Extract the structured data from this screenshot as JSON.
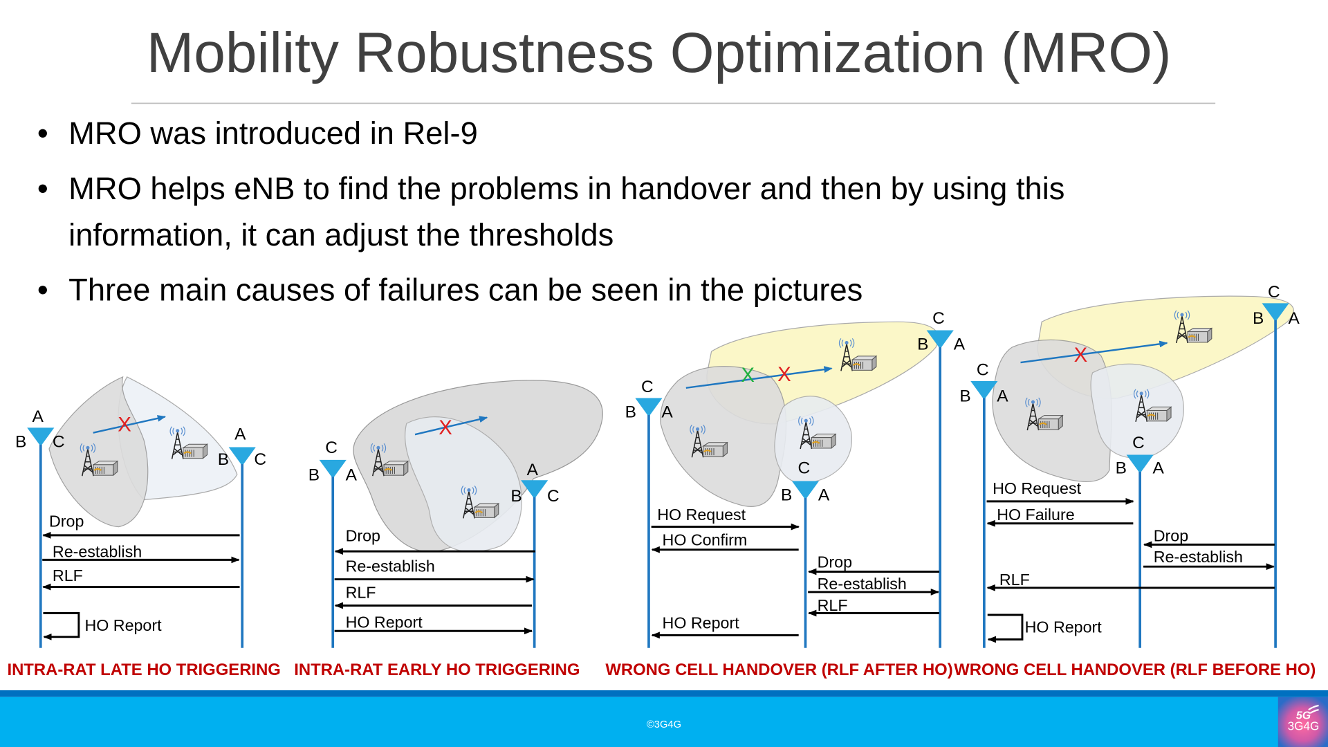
{
  "slide": {
    "title": "Mobility Robustness Optimization (MRO)",
    "bullets": [
      "MRO was introduced in Rel-9",
      "MRO helps eNB to find the problems in handover and then by using this",
      "information, it can adjust the thresholds",
      "Three main causes of failures can be seen in the pictures"
    ],
    "bullet_glyph": "•"
  },
  "diagrams": [
    {
      "caption": "INTRA-RAT LATE HO TRIGGERING",
      "messages": [
        "Drop",
        "Re-establish",
        "RLF",
        "HO Report"
      ]
    },
    {
      "caption": "INTRA-RAT EARLY HO TRIGGERING",
      "messages": [
        "Drop",
        "Re-establish",
        "RLF",
        "HO Report"
      ]
    },
    {
      "caption": "WRONG CELL HANDOVER (RLF AFTER HO)",
      "messages": [
        "HO Request",
        "HO Confirm",
        "Drop",
        "Re-establish",
        "RLF",
        "HO Report"
      ]
    },
    {
      "caption": "WRONG CELL HANDOVER (RLF BEFORE HO)",
      "messages": [
        "HO Request",
        "HO Failure",
        "Drop",
        "Re-establish",
        "RLF",
        "HO Report"
      ]
    }
  ],
  "labels": {
    "a": "A",
    "b": "B",
    "c": "C",
    "x": "X"
  },
  "footer": {
    "copyright": "©3G4G",
    "logo_top": "5G",
    "logo_bottom": "3G4G"
  },
  "colors": {
    "accent": "#00b0f0",
    "strip": "#0070c0",
    "caption": "#c00000",
    "line": "#1f77c0",
    "fail": "#e02020",
    "ok": "#20b040"
  }
}
